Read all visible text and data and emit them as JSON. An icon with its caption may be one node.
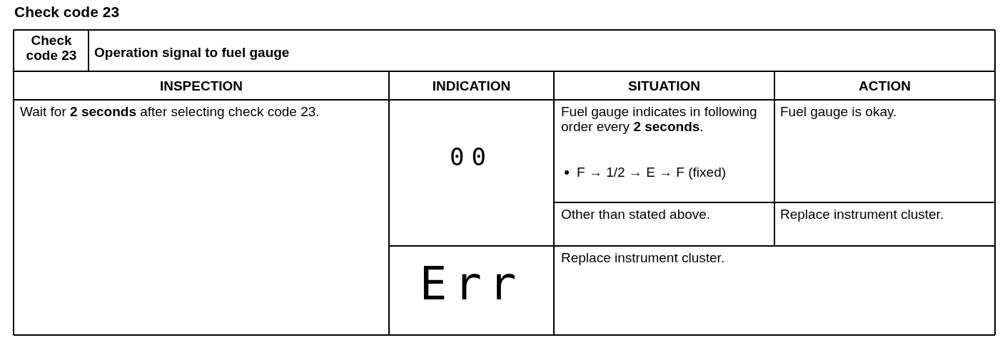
{
  "diagram": {
    "title": "Check code 23",
    "labels": [
      "Check code 23",
      "Operation signal to fuel gauge",
      "INSPECTION",
      "INDICATION",
      "SITUATION",
      "ACTION",
      "Wait for **2 seconds** after selecting check code 23.",
      "00",
      "Fuel gauge indicates in following order every **2 seconds**.",
      "F → 1/2 → E → F (fixed)",
      "Fuel gauge is okay.",
      "Other than stated above.",
      "Replace instrument cluster.",
      "Err",
      "Replace instrument cluster."
    ]
  }
}
